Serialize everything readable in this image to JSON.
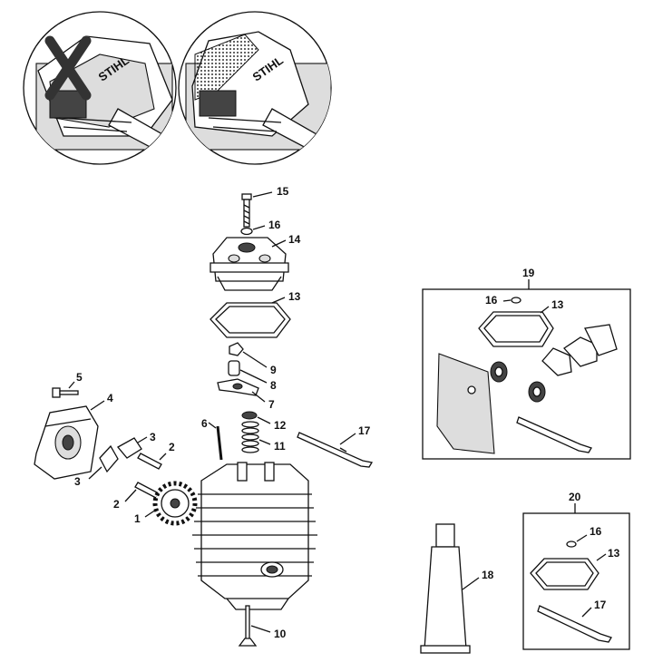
{
  "inset_images": [
    {
      "brand_text": "STIHL",
      "variant": "crossed-out"
    },
    {
      "brand_text": "STIHL",
      "variant": "highlighted"
    }
  ],
  "callouts": {
    "c1": "1",
    "c2a": "2",
    "c2b": "2",
    "c3a": "3",
    "c3b": "3",
    "c4": "4",
    "c5": "5",
    "c6": "6",
    "c7": "7",
    "c8": "8",
    "c9": "9",
    "c10": "10",
    "c11": "11",
    "c12": "12",
    "c13": "13",
    "c14": "14",
    "c15": "15",
    "c16": "16",
    "c17": "17",
    "c18": "18",
    "k19_title": "19",
    "k19_16": "16",
    "k19_13": "13",
    "k20_title": "20",
    "k20_16": "16",
    "k20_13": "13",
    "k20_17": "17"
  }
}
